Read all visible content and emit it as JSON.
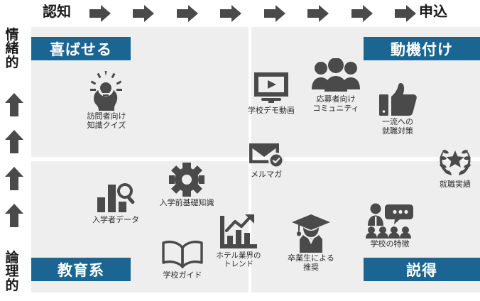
{
  "axes": {
    "horizontal": {
      "start_label": "認知",
      "end_label": "申込",
      "arrow_count": 8,
      "arrow_icon": "arrow-right-icon"
    },
    "vertical": {
      "top_label": "情緒的",
      "bottom_label": "論理的",
      "arrow_count": 4,
      "arrow_icon": "arrow-up-icon"
    }
  },
  "colors": {
    "header_blue": "#1b6593",
    "quadrant_bg": "#eeeeee",
    "icon_gray": "#4a4a4a",
    "arrow_gray": "#4a4a4a",
    "page_bg": "#ffffff",
    "divider": "#ffffff"
  },
  "quadrants": [
    {
      "id": "top-left",
      "header": "喜ばせる"
    },
    {
      "id": "top-right",
      "header": "動機付け"
    },
    {
      "id": "bottom-left",
      "header": "教育系"
    },
    {
      "id": "bottom-right",
      "header": "説得"
    }
  ],
  "items": [
    {
      "id": "visitor-quiz",
      "label": "訪問者向け\n知識クイズ",
      "icon": "lightbulb-head-icon",
      "quadrant": "top-left"
    },
    {
      "id": "school-demo-video",
      "label": "学校デモ動画",
      "icon": "video-monitor-icon",
      "quadrant": "top-left"
    },
    {
      "id": "applicant-community",
      "label": "応募者向け\nコミュニティ",
      "icon": "people-group-icon",
      "quadrant": "top-right"
    },
    {
      "id": "top-tier-job-prep",
      "label": "一流への\n就職対策",
      "icon": "thumbs-up-icon",
      "quadrant": "top-right"
    },
    {
      "id": "mail-magazine",
      "label": "メルマガ",
      "icon": "envelope-check-icon",
      "quadrant": "top-left"
    },
    {
      "id": "employment-record",
      "label": "就職実績",
      "icon": "laurel-star-icon",
      "quadrant": "top-right"
    },
    {
      "id": "enrollee-data",
      "label": "入学者データ",
      "icon": "bar-chart-search-icon",
      "quadrant": "bottom-left"
    },
    {
      "id": "pre-entry-basics",
      "label": "入学前基礎知識",
      "icon": "gear-icon",
      "quadrant": "bottom-left"
    },
    {
      "id": "school-guide",
      "label": "学校ガイド",
      "icon": "open-book-icon",
      "quadrant": "bottom-left"
    },
    {
      "id": "hotel-industry-trend",
      "label": "ホテル業界の\nトレンド",
      "icon": "trend-chart-icon",
      "quadrant": "bottom-left"
    },
    {
      "id": "alumni-recommend",
      "label": "卒業生による\n推奨",
      "icon": "graduate-icon",
      "quadrant": "bottom-right"
    },
    {
      "id": "school-features",
      "label": "学校の特徴",
      "icon": "speaker-audience-icon",
      "quadrant": "bottom-right"
    }
  ]
}
